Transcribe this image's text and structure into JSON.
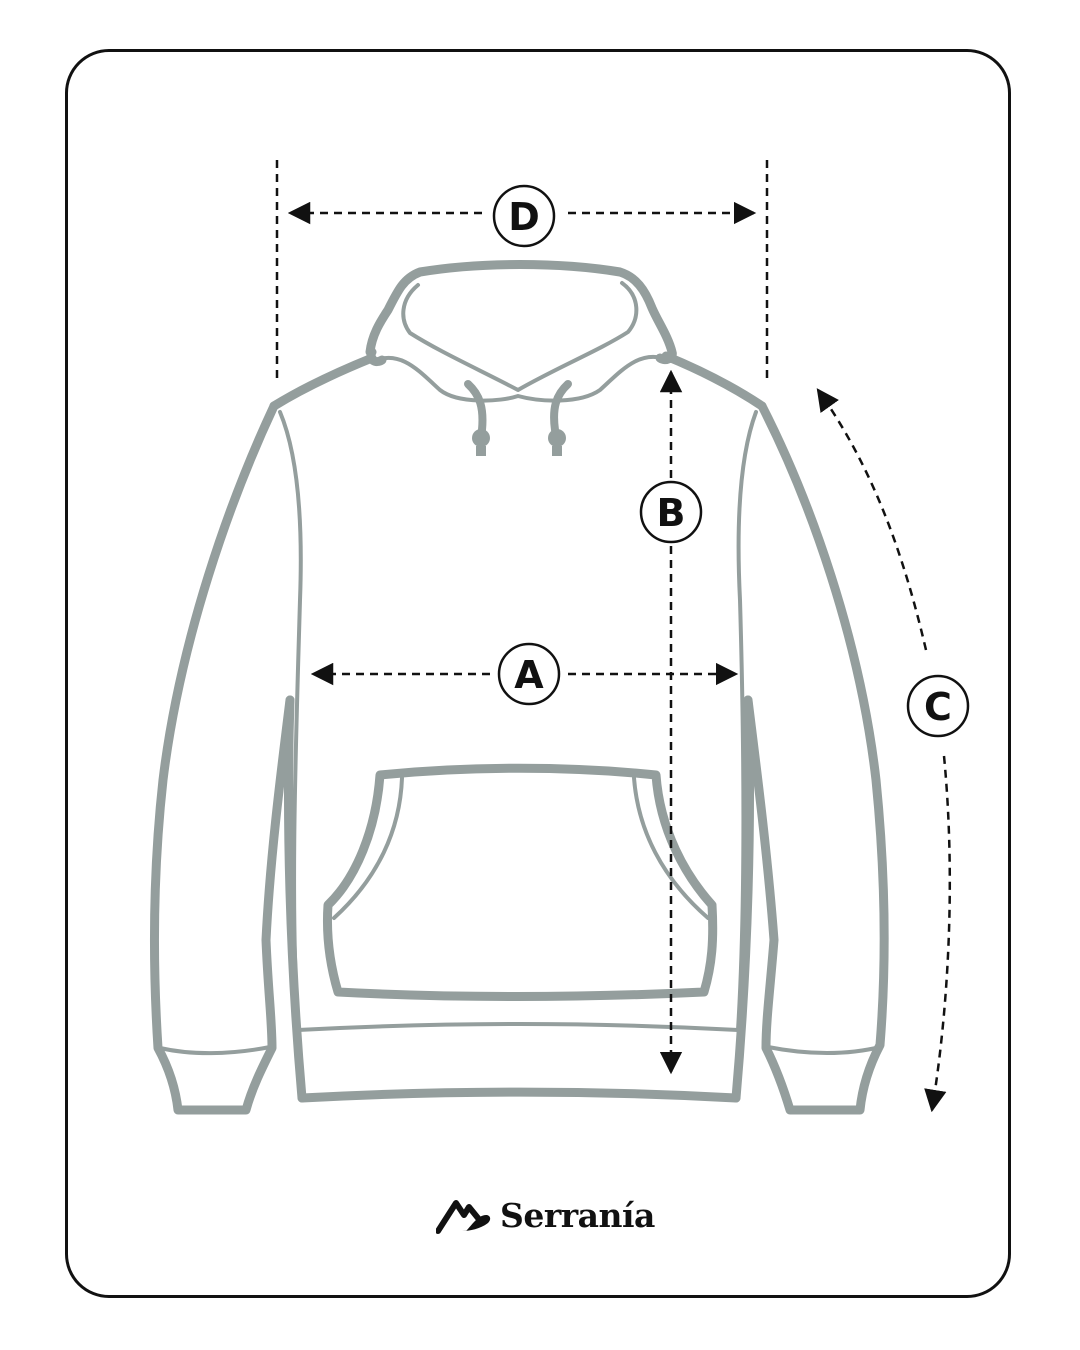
{
  "labels": {
    "a": "A",
    "b": "B",
    "c": "C",
    "d": "D"
  },
  "brand": {
    "name": "Serranía",
    "logo_icon": "mountain-logo-icon"
  },
  "colors": {
    "garment_outline": "#949e9d",
    "measure_lines": "#111111",
    "frame_border": "#111111",
    "background": "#ffffff"
  }
}
